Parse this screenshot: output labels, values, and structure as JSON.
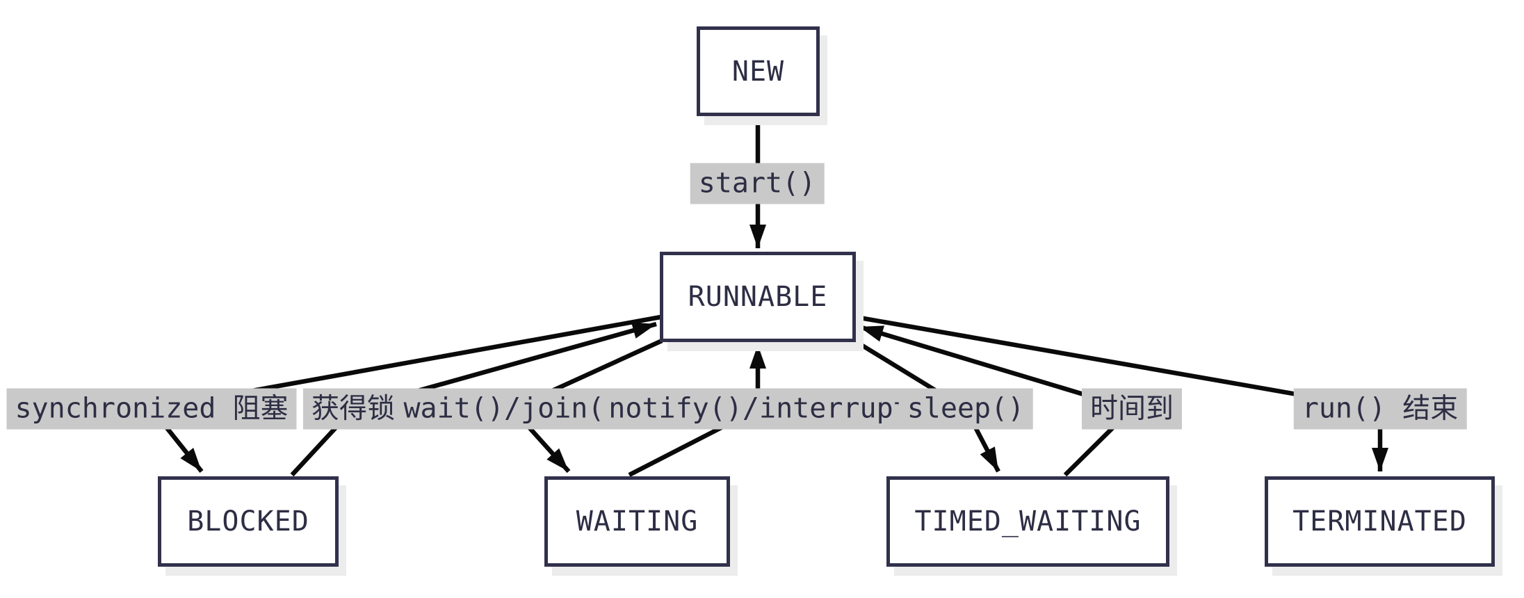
{
  "diagram": {
    "type": "state-transition-flowchart",
    "colors": {
      "background": "#ffffff",
      "node_border": "#31314c",
      "node_fill": "#ffffff",
      "node_text": "#2d2d44",
      "node_shadow": "#ececec",
      "edge_line": "#0a0a0a",
      "edge_label_bg": "#c9c9c9",
      "edge_label_text": "#2d2d44"
    },
    "nodes": [
      {
        "id": "new",
        "label": "NEW"
      },
      {
        "id": "runnable",
        "label": "RUNNABLE"
      },
      {
        "id": "blocked",
        "label": "BLOCKED"
      },
      {
        "id": "waiting",
        "label": "WAITING"
      },
      {
        "id": "timed_waiting",
        "label": "TIMED_WAITING"
      },
      {
        "id": "terminated",
        "label": "TERMINATED"
      }
    ],
    "edges": [
      {
        "from": "new",
        "to": "runnable",
        "label": "start()"
      },
      {
        "from": "runnable",
        "to": "blocked",
        "label": "synchronized 阻塞"
      },
      {
        "from": "blocked",
        "to": "runnable",
        "label": "获得锁"
      },
      {
        "from": "runnable",
        "to": "waiting",
        "label": "wait()/join()"
      },
      {
        "from": "waiting",
        "to": "runnable",
        "label": "notify()/interrupt"
      },
      {
        "from": "runnable",
        "to": "timed_waiting",
        "label": "sleep()"
      },
      {
        "from": "timed_waiting",
        "to": "runnable",
        "label": "时间到"
      },
      {
        "from": "runnable",
        "to": "terminated",
        "label": "run() 结束"
      }
    ]
  }
}
